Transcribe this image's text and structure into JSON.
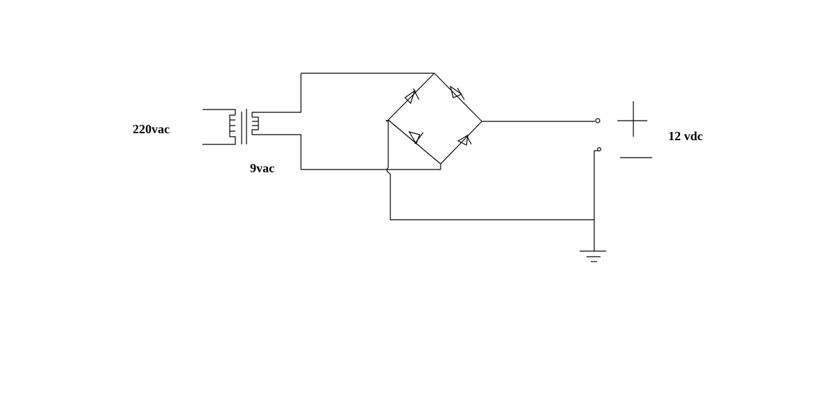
{
  "labels": {
    "primary_voltage": "220vac",
    "secondary_voltage": "9vac",
    "output_voltage": "12 vdc"
  },
  "polarity": {
    "positive": "+",
    "negative": "−"
  },
  "colors": {
    "stroke": "#000000",
    "background": "#ffffff"
  }
}
